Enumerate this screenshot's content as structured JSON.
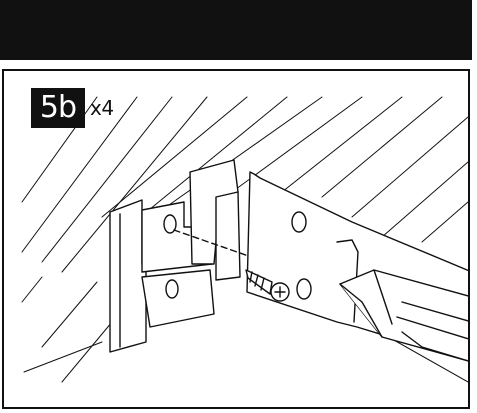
{
  "step": {
    "number": "5b",
    "quantity": "x4"
  },
  "colors": {
    "ink": "#111111",
    "paper": "#ffffff",
    "header_bar": "#111111"
  },
  "illustration": {
    "parts": [
      "wall-surface",
      "corner-bracket",
      "bed-rail",
      "screw",
      "screwdriver"
    ]
  }
}
